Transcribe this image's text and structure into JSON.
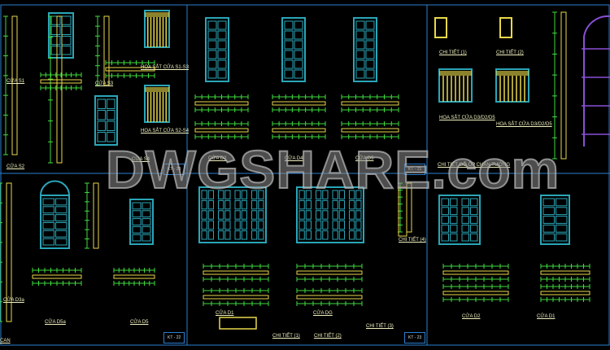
{
  "watermark": "DWGSHARE.com",
  "sheets": [
    "KT - 20",
    "KT - 21",
    "KT - 22",
    "KT - 23"
  ],
  "labels": {
    "s1": "CỬA S1",
    "s3": "CỬA S3",
    "s2": "CỬA S2",
    "s4": "CỬA S4",
    "grille_s1s3": "HOA SẮT CỬA S1-S3",
    "grille_s2s4": "HOA SẮT CỬA S2-S4",
    "d2": "CỬA D2",
    "d4": "CỬA D4",
    "d5": "CỬA D5",
    "grille_a": "HOA SẮT CỬA D3/D2/D5",
    "grille_b": "HOA SẮT CỬA D3/D2/D5",
    "detail_a": "CHI TIẾT (1)",
    "detail_b": "CHI TIẾT (2)",
    "detail_trim": "CHI TIẾT GỖ ỐP CHÂN TƯỜNG",
    "d5a": "CỬA D5a",
    "d5b": "CỬA D5",
    "d1": "CỬA D1",
    "dg": "CỬA DG",
    "d2b": "CỬA D2",
    "d1b": "CỬA D1",
    "d3a": "CỬA D3a",
    "det1": "CHI TIẾT (1)",
    "det2": "CHI TIẾT (2)",
    "det3": "CHI TIẾT (3)",
    "det4": "CHI TIẾT (4)",
    "can": "CAN"
  },
  "colors": {
    "frame": "#2a7fd0",
    "door": "#2aa6b8",
    "dim": "#3fdc3f",
    "grille": "#e8d84a",
    "arch": "#8a4fd8"
  }
}
